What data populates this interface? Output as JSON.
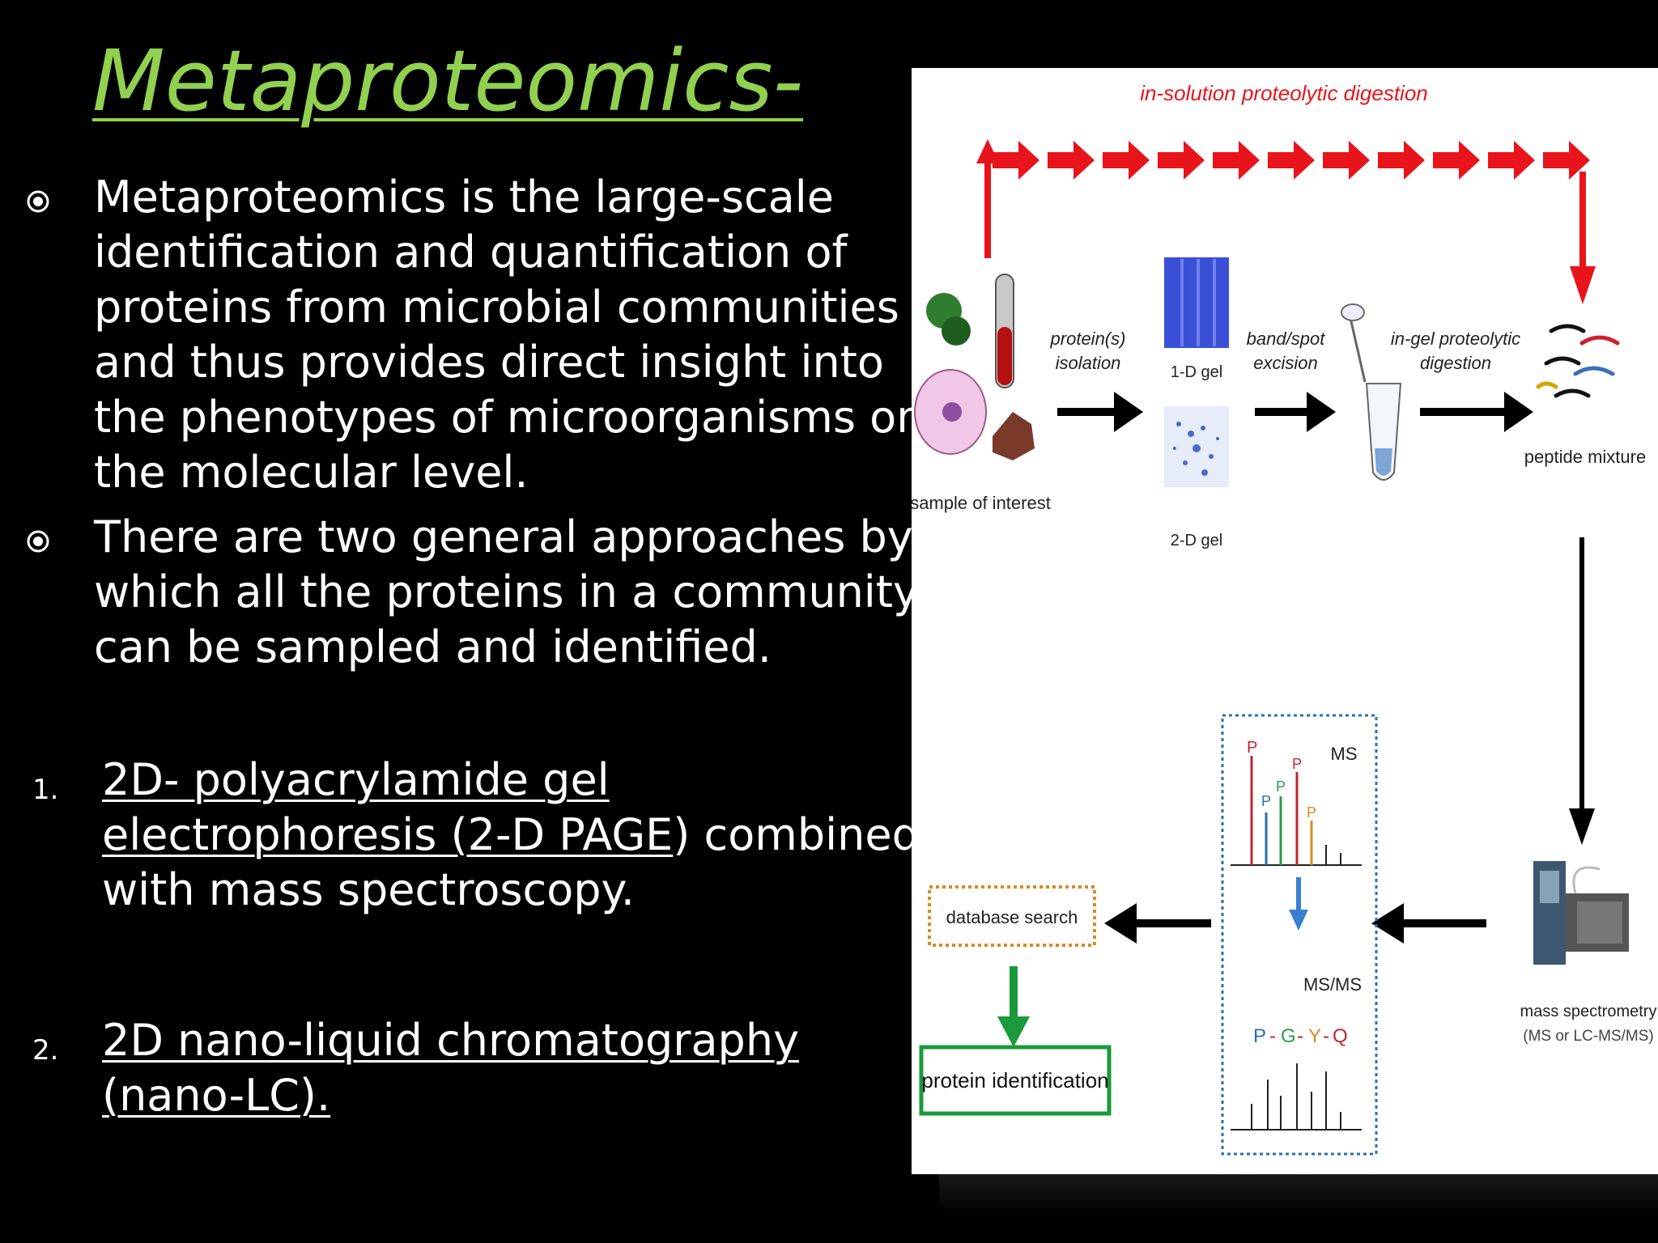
{
  "title": "Metaproteomics-",
  "bullets": [
    {
      "text": "Metaproteomics is the large-scale identification and quantification of proteins from microbial communities and thus provides direct insight into the phenotypes of microorganisms on the molecular level."
    },
    {
      "text": "There are two general approaches by which all the proteins in a community can be sampled and identified."
    }
  ],
  "numbered": [
    {
      "num": "1.",
      "link": "2D- polyacrylamide gel electrophoresis (2-D PAGE",
      "rest": ") combined with mass spectroscopy."
    },
    {
      "num": "2.",
      "link": "2D nano-liquid chromatography (nano-LC).",
      "rest": ""
    }
  ],
  "colors": {
    "title": "#92d050",
    "arrow_red": "#e8141b",
    "green_box": "#1a9a3a",
    "dotted_blue": "#2a6fb0",
    "dotted_orange": "#d98b1e"
  },
  "diagram": {
    "top_label": "in-solution proteolytic digestion",
    "sample_label": "sample of interest",
    "step1_label_a": "protein(s)",
    "step1_label_b": "isolation",
    "gel1_label": "1-D gel",
    "gel2_label": "2-D gel",
    "step2_label_a": "band/spot",
    "step2_label_b": "excision",
    "step3_label_a": "in-gel proteolytic",
    "step3_label_b": "digestion",
    "peptide_label": "peptide mixture",
    "ms_instrument_label_a": "mass spectrometry",
    "ms_instrument_label_b": "(MS or LC-MS/MS)",
    "ms_label": "MS",
    "msms_label": "MS/MS",
    "sequence": [
      "P",
      "G",
      "Y",
      "Q"
    ],
    "db_search_label": "database search",
    "protein_id_label": "protein identification"
  }
}
